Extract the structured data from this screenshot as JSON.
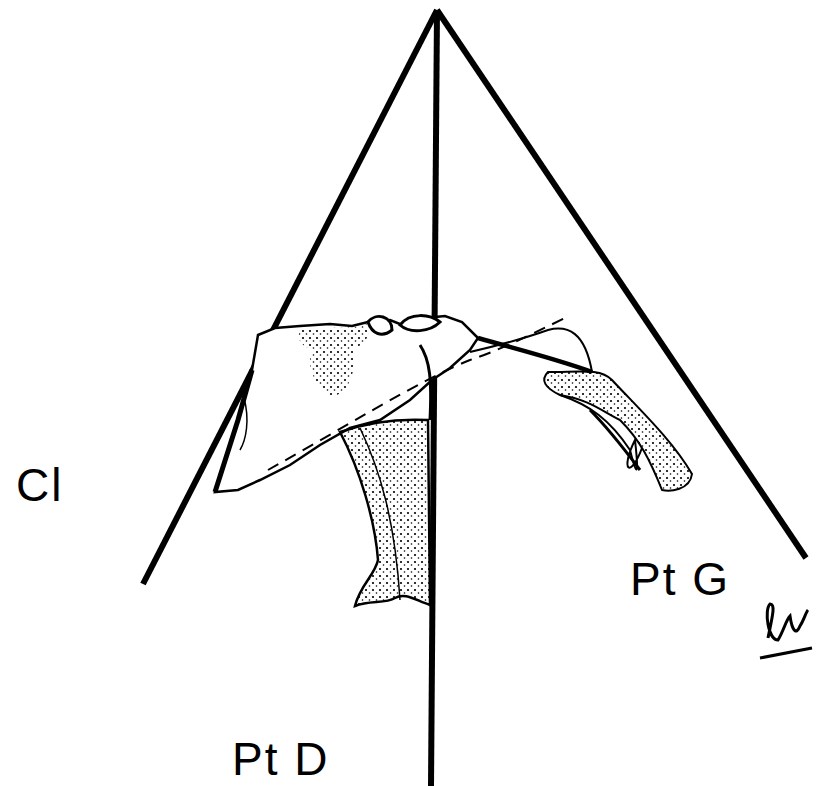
{
  "diagram": {
    "labels": [
      "Cl",
      "Pt G",
      "Pt D"
    ]
  }
}
